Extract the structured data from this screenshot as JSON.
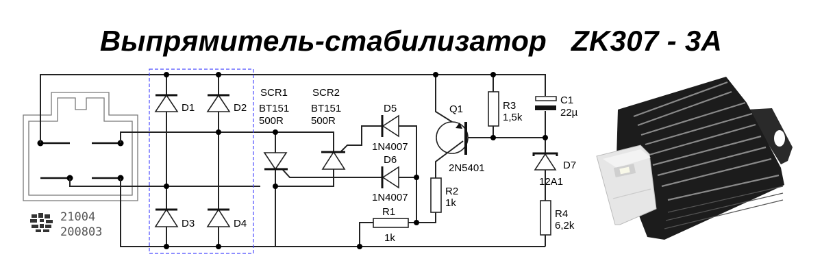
{
  "title": "Выпрямитель-стабилизатор   ZK307 - 3A",
  "connector": {
    "stamp_line1": "21004",
    "stamp_line2": "200803"
  },
  "bridge": {
    "outline_color": "#4a4aff",
    "diodes": [
      {
        "ref": "D1"
      },
      {
        "ref": "D2"
      },
      {
        "ref": "D3"
      },
      {
        "ref": "D4"
      }
    ]
  },
  "components": {
    "scr1": {
      "ref": "SCR1",
      "part": "BT151",
      "rating": "500R"
    },
    "scr2": {
      "ref": "SCR2",
      "part": "BT151",
      "rating": "500R"
    },
    "d5": {
      "ref": "D5",
      "part": "1N4007"
    },
    "d6": {
      "ref": "D6",
      "part": "1N4007"
    },
    "q1": {
      "ref": "Q1",
      "part": "2N5401"
    },
    "r1": {
      "ref": "R1",
      "value": "1k"
    },
    "r2": {
      "ref": "R2",
      "value": "1k"
    },
    "r3": {
      "ref": "R3",
      "value": "1,5k"
    },
    "r4": {
      "ref": "R4",
      "value": "6,2k"
    },
    "c1": {
      "ref": "C1",
      "value": "22µ"
    },
    "d7": {
      "ref": "D7",
      "part": "12A1"
    }
  },
  "photo": {
    "subject": "ZK307 regulator module photo",
    "body_color": "#1c1c1c",
    "plug_color": "#e6e6e6"
  }
}
